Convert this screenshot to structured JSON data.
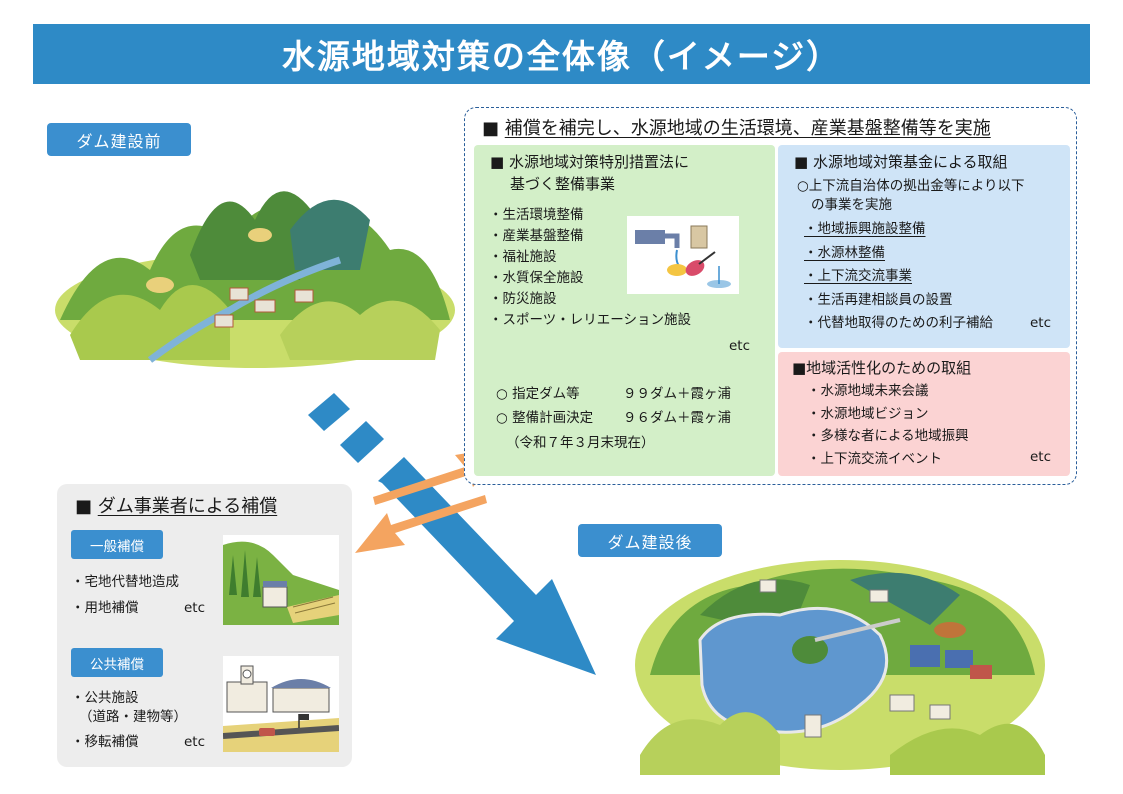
{
  "title": "水源地域対策の全体像（イメージ）",
  "labels": {
    "before": "ダム建設前",
    "after": "ダム建設後"
  },
  "main_box": {
    "heading": "補償を補完し、水源地域の生活環境、産業基盤整備等を実施",
    "green_panel": {
      "heading_line1": "水源地域対策特別措置法に",
      "heading_line2": "基づく整備事業",
      "items": [
        "・生活環境整備",
        "・産業基盤整備",
        "・福祉施設",
        "・水質保全施設",
        "・防災施設",
        "・スポーツ・レリエーション施設"
      ],
      "etc": "etc",
      "stats": [
        {
          "label": "○ 指定ダム等",
          "value": "９９ダム＋霞ヶ浦"
        },
        {
          "label": "○ 整備計画決定",
          "value": "９６ダム＋霞ヶ浦"
        }
      ],
      "as_of": "（令和７年３月末現在）"
    },
    "blue_panel": {
      "heading": "水源地域対策基金による取組",
      "intro_line1": "○上下流自治体の拠出金等により以下",
      "intro_line2": "の事業を実施",
      "items": [
        "・地域振興施設整備",
        "・水源林整備",
        "・上下流交流事業",
        "・生活再建相談員の設置",
        "・代替地取得のための利子補給"
      ],
      "etc": "etc"
    },
    "pink_panel": {
      "heading": "■地域活性化のための取組",
      "items": [
        "・水源地域未来会議",
        "・水源地域ビジョン",
        "・多様な者による地域振興",
        "・上下流交流イベント"
      ],
      "etc": "etc"
    }
  },
  "compensation": {
    "heading": "ダム事業者による補償",
    "general": {
      "tab": "一般補償",
      "items": [
        "・宅地代替地造成",
        "・用地補償"
      ],
      "etc": "etc"
    },
    "public": {
      "tab": "公共補償",
      "item1": "・公共施設",
      "item1_sub": "（道路・建物等）",
      "item2": "・移転補償",
      "etc": "etc"
    }
  },
  "colors": {
    "title_bg": "#2e8ac6",
    "green_panel": "#d3efc8",
    "blue_panel": "#cfe4f7",
    "pink_panel": "#fbd3d3",
    "arrow_blue": "#2e8ac6",
    "arrow_orange": "#f4a460"
  }
}
